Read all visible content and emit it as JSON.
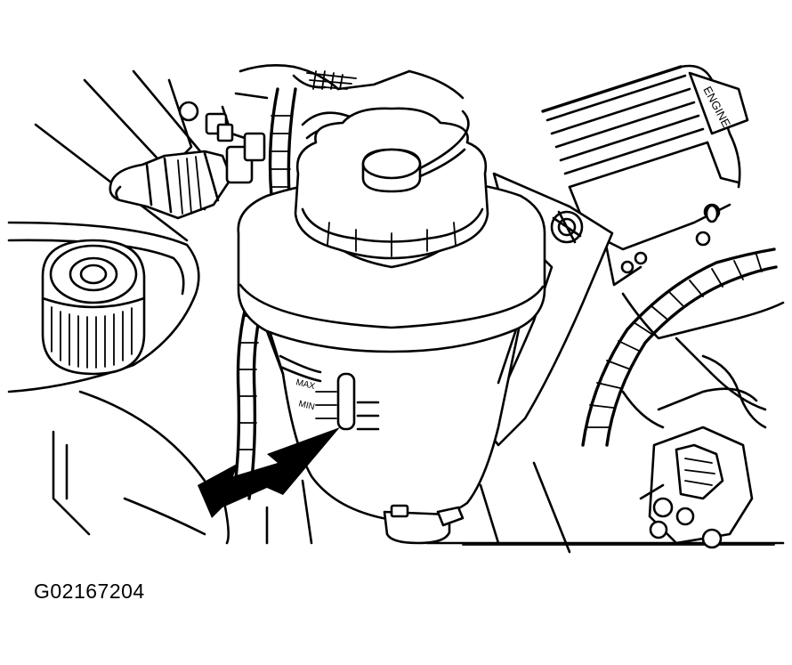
{
  "figure": {
    "code": "G02167204"
  },
  "labels": {
    "engine": "ENGINE",
    "mark_max": "MAX",
    "mark_min": "MIN"
  },
  "colors": {
    "line": "#000000",
    "background": "#ffffff"
  }
}
